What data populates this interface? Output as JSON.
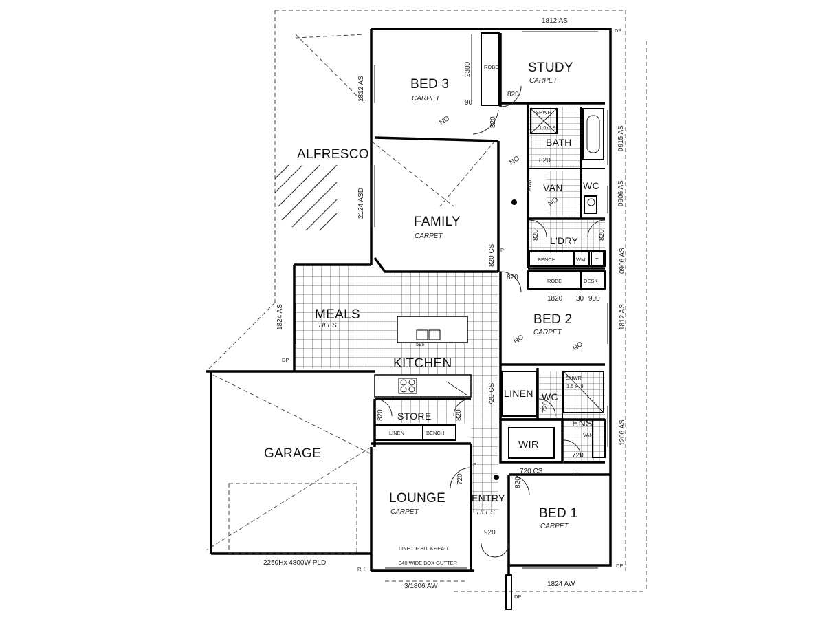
{
  "rooms": {
    "bed3": {
      "name": "BED 3",
      "finish": "CARPET"
    },
    "study": {
      "name": "STUDY",
      "finish": "CARPET"
    },
    "bath": {
      "name": "BATH"
    },
    "van": {
      "name": "VAN"
    },
    "wc1": {
      "name": "WC"
    },
    "ldry": {
      "name": "L'DRY"
    },
    "alfresco": {
      "name": "ALFRESCO"
    },
    "family": {
      "name": "FAMILY",
      "finish": "CARPET"
    },
    "meals": {
      "name": "MEALS",
      "finish": "TILES"
    },
    "kitchen": {
      "name": "KITCHEN"
    },
    "bed2": {
      "name": "BED 2",
      "finish": "CARPET"
    },
    "linen": {
      "name": "LINEN"
    },
    "wc2": {
      "name": "WC"
    },
    "ens": {
      "name": "ENS"
    },
    "wir": {
      "name": "WIR"
    },
    "garage": {
      "name": "GARAGE"
    },
    "store": {
      "name": "STORE"
    },
    "lounge": {
      "name": "LOUNGE",
      "finish": "CARPET"
    },
    "entry": {
      "name": "ENTRY",
      "finish": "TILES"
    },
    "bed1": {
      "name": "BED 1",
      "finish": "CARPET"
    }
  },
  "fixtures": {
    "robe_bed3": "ROBE",
    "shwr_bath": "SHWR",
    "shwr_bath_size": "1.0x0.9",
    "bench_ldry": "BENCH",
    "wm": "WM",
    "t": "T",
    "robe_bed2": "ROBE",
    "desk": "DESK",
    "shwr_ens": "SHWR",
    "shwr_ens_size": "1.5 x .9",
    "van_ens": "VAN",
    "linen_store": "LINEN",
    "bench_store": "BENCH",
    "bulkhead": "LINE OF BULKHEAD",
    "gutter": "340 WIDE BOX GUTTER",
    "garage_door": "2250Hx 4800W PLD"
  },
  "dimensions": {
    "top": "1812 AS",
    "bed3_window": "1812 AS",
    "robe_len": "2300",
    "robe_depth": "90",
    "door_bed3_a": "820",
    "door_bed3_b": "820",
    "study_bath_window": "0915 AS",
    "bath_door": "820",
    "wc_window": "0906 AS",
    "van_door": "900",
    "ldry_door_l": "820",
    "ldry_door_r": "820",
    "ldry_window": "0906 AS",
    "family_window": "2124 ASD",
    "family_cs": "820 CS",
    "bed2_door": "820",
    "robe_len2": "1820",
    "desk_len": "900",
    "desk_gap": "30",
    "bed2_window": "1812 AS",
    "meals_window": "1824 AS",
    "island": "595",
    "kitchen_cs": "720 CS",
    "wc2_door": "720",
    "ens_window": "1206 AS",
    "ens_door": "720",
    "store_door_l": "820",
    "store_door_r": "820",
    "lounge_door": "720",
    "wir_cs": "720 CS",
    "bed1_door": "820",
    "front_door": "920",
    "lounge_window": "3/1806 AW",
    "bed1_window": "1824 AW",
    "dp1": "DP",
    "dp2": "DP",
    "dp3": "DP",
    "dp4": "DP",
    "rh": "RH",
    "no1": "NO",
    "no2": "NO",
    "no3": "NO",
    "no4": "NO",
    "no5": "NO",
    "pr": "PR",
    "p1": "P",
    "p2": "P"
  }
}
